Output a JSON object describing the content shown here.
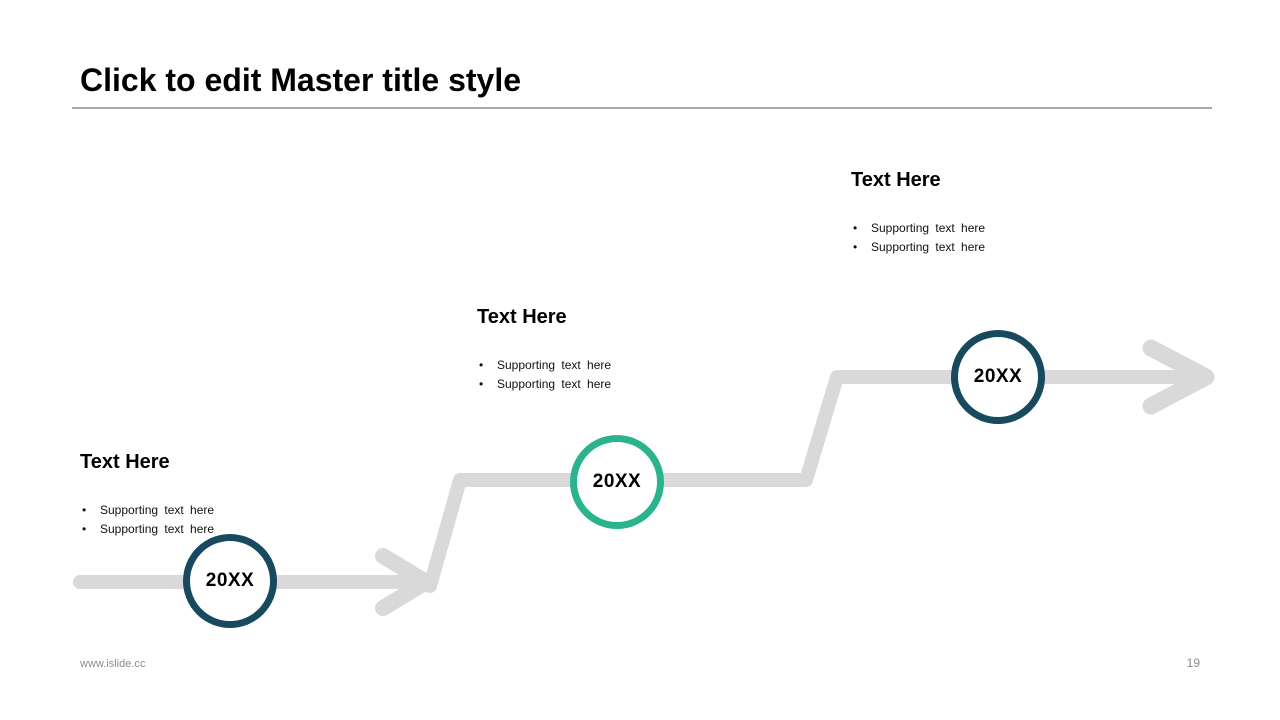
{
  "slide": {
    "title": "Click to edit Master title style",
    "footer": {
      "website": "www.islide.cc",
      "page_number": "19"
    }
  },
  "colors": {
    "timeline_gray": "#d9d9d9",
    "navy": "#17495f",
    "green": "#2bb38e",
    "divider_gray": "#a8a8a8",
    "footer_gray": "#8c8c8c"
  },
  "timeline": {
    "milestones": [
      {
        "label": "20XX",
        "color": "#17495f"
      },
      {
        "label": "20XX",
        "color": "#2bb38e"
      },
      {
        "label": "20XX",
        "color": "#17495f"
      }
    ],
    "blocks": [
      {
        "heading": "Text Here",
        "bullets": [
          "Supporting text here",
          "Supporting text here"
        ]
      },
      {
        "heading": "Text Here",
        "bullets": [
          "Supporting text here",
          "Supporting text here"
        ]
      },
      {
        "heading": "Text Here",
        "bullets": [
          "Supporting text here",
          "Supporting text here"
        ]
      }
    ]
  }
}
